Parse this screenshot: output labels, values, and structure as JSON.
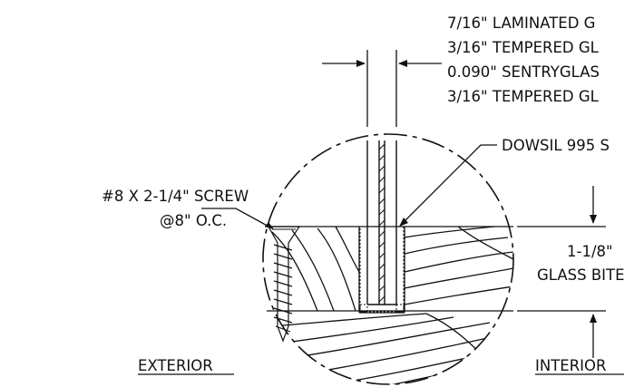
{
  "notes": {
    "glass_lines": [
      "7/16\" LAMINATED G",
      "3/16\" TEMPERED GL",
      "0.090\" SENTRYGLAS",
      "3/16\" TEMPERED GL"
    ],
    "sealant": "DOWSIL 995 S",
    "screw_line1": "#8 X 2-1/4\" SCREW",
    "screw_line2": "@8\" O.C.",
    "bite_value": "1-1/8\"",
    "bite_label": "GLASS BITE",
    "exterior": "EXTERIOR",
    "interior": "INTERIOR"
  },
  "colors": {
    "ink": "#111111",
    "background": "#ffffff"
  }
}
